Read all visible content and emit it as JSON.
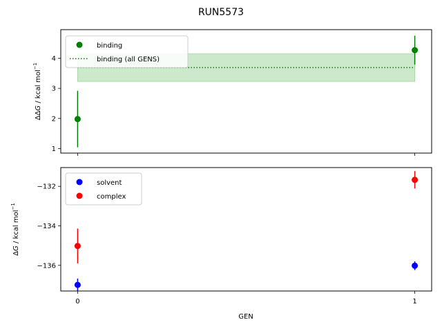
{
  "chart_data": {
    "suptitle": "RUN5573",
    "type": "scatter",
    "xlabel": "GEN",
    "x_ticks": [
      0,
      1
    ],
    "panels": [
      {
        "ylabel_main": "ΔΔ",
        "ylabel_var": "G",
        "ylabel_unit": " / kcal mol",
        "ylabel_sup": "−1",
        "ylim": [
          0.85,
          4.95
        ],
        "yticks": [
          1,
          2,
          3,
          4
        ],
        "ytick_labels": [
          "1",
          "2",
          "3",
          "4"
        ],
        "legend_position": "upper-left",
        "series": [
          {
            "name": "binding",
            "type": "errorbar",
            "color": "#008000",
            "x": [
              0,
              1
            ],
            "y": [
              1.98,
              4.27
            ],
            "yerr": [
              0.94,
              0.48
            ]
          }
        ],
        "reference": {
          "name": "binding (all GENS)",
          "color": "#008000",
          "fill": "#cce9cc",
          "linestyle": "dotted",
          "y": 3.69,
          "band": [
            3.23,
            4.15
          ],
          "x": [
            0,
            1
          ]
        }
      },
      {
        "ylabel_main": "Δ",
        "ylabel_var": "G",
        "ylabel_unit": " / kcal mol",
        "ylabel_sup": "−1",
        "ylim": [
          -137.3,
          -131.05
        ],
        "yticks": [
          -136,
          -134,
          -132
        ],
        "ytick_labels": [
          "−136",
          "−134",
          "−132"
        ],
        "legend_position": "upper-left",
        "series": [
          {
            "name": "solvent",
            "type": "errorbar",
            "color": "#0000ff",
            "x": [
              0,
              1
            ],
            "y": [
              -136.99,
              -136.02
            ],
            "yerr": [
              0.32,
              0.22
            ]
          },
          {
            "name": "complex",
            "type": "errorbar",
            "color": "#ff0000",
            "x": [
              0,
              1
            ],
            "y": [
              -135.02,
              -131.67
            ],
            "yerr": [
              0.88,
              0.44
            ]
          }
        ]
      }
    ]
  }
}
